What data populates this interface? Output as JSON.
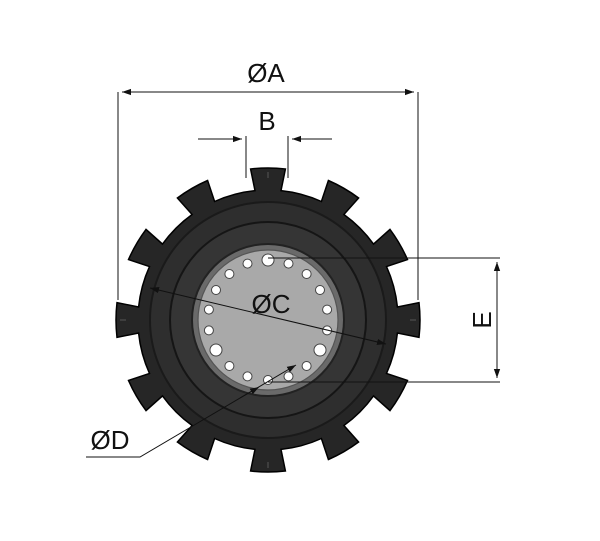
{
  "labels": {
    "dia_a": "ØA",
    "width_b": "B",
    "dia_c": "ØC",
    "dia_d": "ØD",
    "dist_e": "E"
  },
  "colors": {
    "body": "#262626",
    "body_edge": "#000000",
    "ring": "#3a3a3a",
    "hub": "#a9a9a9",
    "hub_edge": "#555555",
    "hole": "#ffffff",
    "dimension": "#111111"
  },
  "part": {
    "teeth_count": 12,
    "bolt_holes_count": 18
  }
}
